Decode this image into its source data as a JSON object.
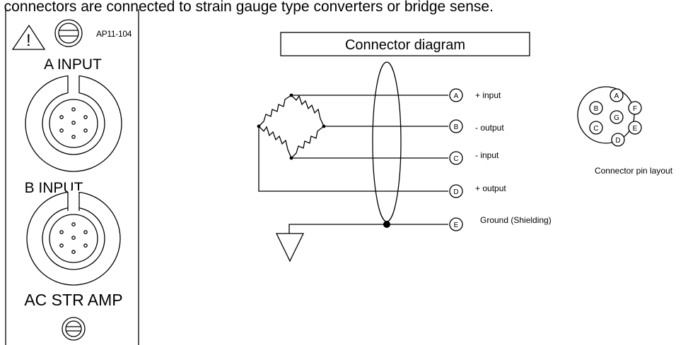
{
  "header_text": "t connectors are connected to strain gauge type converters or bridge sense.",
  "panel": {
    "warning_symbol": "!",
    "model": "AP11-104",
    "a_input_label": "A INPUT",
    "b_input_label": "B INPUT",
    "module_name": "AC STR AMP",
    "icons": [
      "warning-triangle-icon",
      "screw-icon",
      "circular-connector-icon"
    ]
  },
  "diagram": {
    "title": "Connector diagram",
    "pins": [
      {
        "letter": "A",
        "label": "+ input"
      },
      {
        "letter": "B",
        "label": "- output"
      },
      {
        "letter": "C",
        "label": "- input"
      },
      {
        "letter": "D",
        "label": "+ output"
      },
      {
        "letter": "E",
        "label": "Ground (Shielding)"
      }
    ],
    "pin_layout_label": "Connector pin layout",
    "pin_layout_letters": [
      "A",
      "B",
      "C",
      "D",
      "E",
      "F",
      "G"
    ],
    "icons": [
      "ground-symbol-icon",
      "resistor-icon",
      "cable-shield-icon"
    ]
  }
}
